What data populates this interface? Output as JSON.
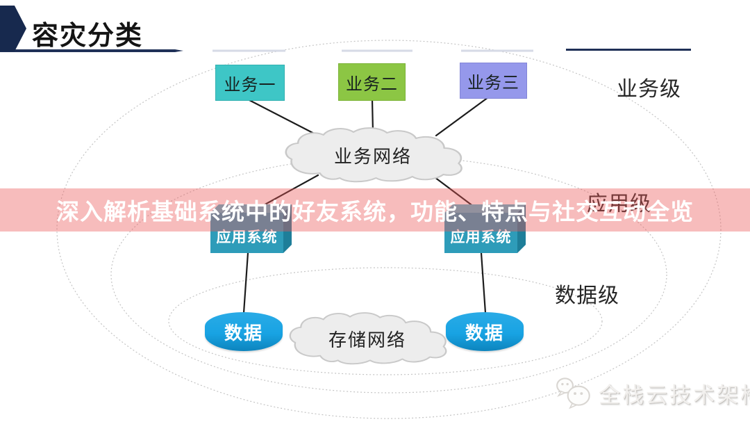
{
  "header": {
    "title": "容灾分类"
  },
  "banner": {
    "text": "深入解析基础系统中的好友系统，功能、特点与社交互动全览",
    "band_color": "rgba(235,88,88,0.40)",
    "text_color": "#ffffff"
  },
  "levels": {
    "business": "业务级",
    "application": "应用级",
    "data": "数据级"
  },
  "business_boxes": [
    {
      "label": "业务一",
      "color": "#3EC6C6"
    },
    {
      "label": "业务二",
      "color": "#8CC644"
    },
    {
      "label": "业务三",
      "color": "#9598EB"
    }
  ],
  "network_clouds": {
    "business": "业务网络",
    "storage": "存储网络"
  },
  "app_systems": [
    {
      "label": "应用系统"
    },
    {
      "label": "应用系统"
    }
  ],
  "data_cylinders": [
    {
      "label": "数据"
    },
    {
      "label": "数据"
    }
  ],
  "watermark": {
    "text": "全栈云技术架构",
    "logo": "wechat-chat-bubbles-icon"
  },
  "colors": {
    "accent_navy": "#1F3057",
    "app_box_front": "#2E9CB9",
    "app_box_side": "#1E7E99",
    "app_box_top": "#57B7CE",
    "cylinder_blue": "#18A3E3",
    "cloud_fill": "#EDEDED",
    "cloud_stroke": "#C9C9C9",
    "ellipse_stroke": "#C4C4C4",
    "connector_dark": "#1C1C1C"
  }
}
